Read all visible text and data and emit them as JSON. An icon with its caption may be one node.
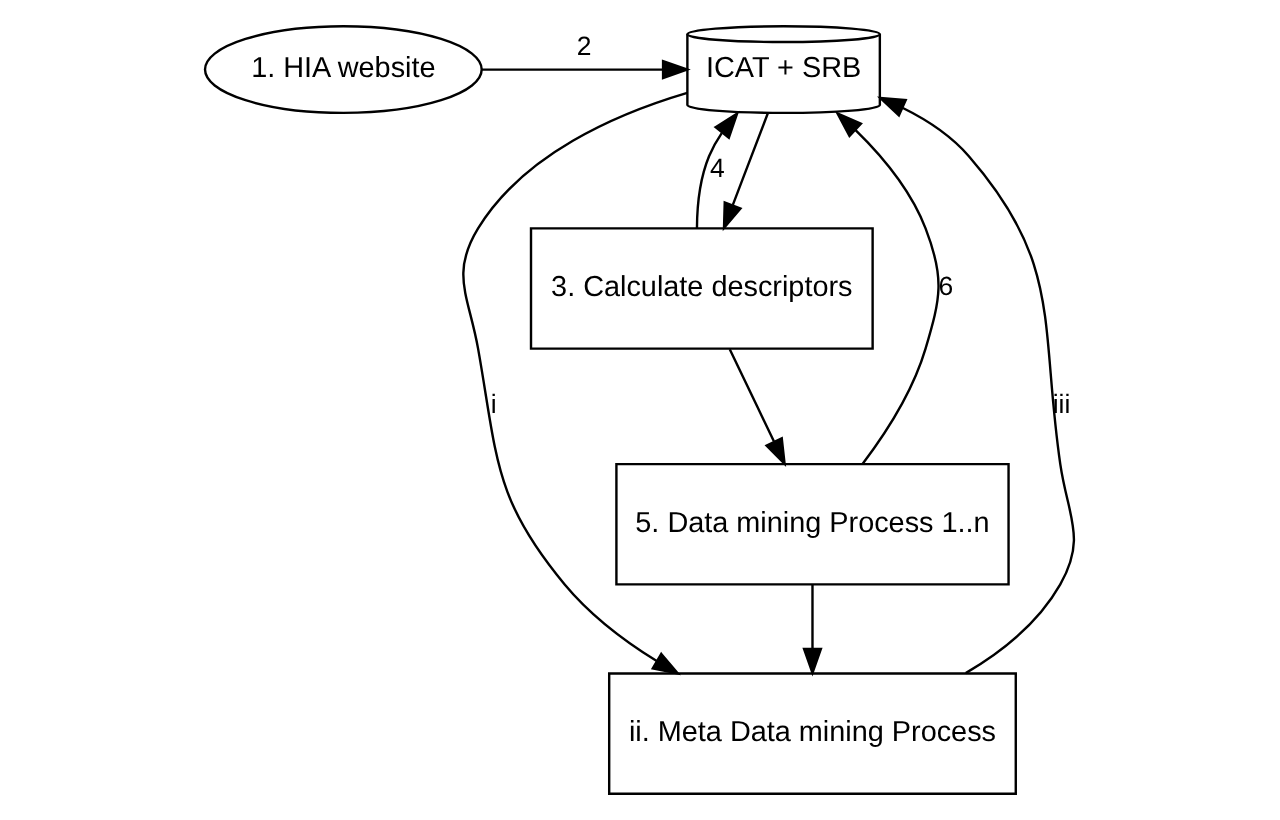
{
  "diagram": {
    "nodes": [
      {
        "text": [
          "1. HIA website"
        ]
      },
      {
        "text": [
          "ICAT + SRB"
        ]
      },
      {
        "text": [
          "3. Calculate descriptors"
        ]
      },
      {
        "text": [
          "5. Data mining Process 1..n"
        ]
      },
      {
        "text": [
          "ii. Meta Data mining Process"
        ]
      }
    ],
    "edges": [
      {
        "from": 0,
        "to": 1,
        "arrow": "to",
        "label": "2"
      },
      {
        "from": 1,
        "to": 2,
        "arrow": "to"
      },
      {
        "from": 2,
        "to": 1,
        "arrow": "to",
        "label": "4"
      },
      {
        "from": 2,
        "to": 3,
        "arrow": "to"
      },
      {
        "from": 3,
        "to": 1,
        "arrow": "to",
        "label": "6"
      },
      {
        "from": 1,
        "to": 4,
        "arrow": "to",
        "label": "i"
      },
      {
        "from": 3,
        "to": 4,
        "arrow": "to"
      },
      {
        "from": 4,
        "to": 1,
        "arrow": "to",
        "label": "iii"
      }
    ]
  }
}
